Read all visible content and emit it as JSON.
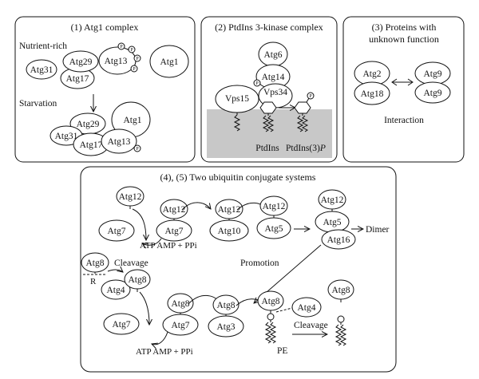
{
  "panels": {
    "p1": {
      "title": "(1) Atg1 complex",
      "nutrient_label": "Nutrient-rich",
      "starvation_label": "Starvation",
      "nodes": {
        "atg31_a": "Atg31",
        "atg29_a": "Atg29",
        "atg17_a": "Atg17",
        "atg13_a": "Atg13",
        "atg1_a": "Atg1",
        "atg1_b": "Atg1",
        "atg29_b": "Atg29",
        "atg31_b": "Atg31",
        "atg17_b": "Atg17",
        "atg13_b": "Atg13"
      },
      "phospho": "P"
    },
    "p2": {
      "title": "(2) PtdIns 3-kinase complex",
      "nodes": {
        "atg6": "Atg6",
        "atg14": "Atg14",
        "vps15": "Vps15",
        "vps34": "Vps34"
      },
      "ptdins": "PtdIns",
      "ptdins3p": "PtdIns(3)",
      "ptdins3p_p": "P",
      "phospho": "P"
    },
    "p3": {
      "title_line1": "(3) Proteins with",
      "title_line2": "unknown function",
      "nodes": {
        "atg2": "Atg2",
        "atg18": "Atg18",
        "atg9_a": "Atg9",
        "atg9_b": "Atg9"
      },
      "interaction": "Interaction"
    },
    "p4": {
      "title": "(4), (5) Two ubiquitin conjugate systems",
      "nodes": {
        "atg12_free": "Atg12",
        "atg7_1": "Atg7",
        "atg12_on7": "Atg12",
        "atg7_2": "Atg7",
        "atg12_on10": "Atg12",
        "atg10": "Atg10",
        "atg12_on5": "Atg12",
        "atg5": "Atg5",
        "atg12_dimer": "Atg12",
        "atg5_dimer": "Atg5",
        "atg16": "Atg16",
        "atg8_top": "Atg8",
        "atg4_a": "Atg4",
        "atg8_free": "Atg8",
        "atg7_3": "Atg7",
        "atg8_on7": "Atg8",
        "atg7_4": "Atg7",
        "atg8_on3": "Atg8",
        "atg3": "Atg3",
        "atg8_pe": "Atg8",
        "atg4_b": "Atg4",
        "atg8_released": "Atg8"
      },
      "atp_1": "ATP AMP + PPi",
      "atp_2": "ATP AMP + PPi",
      "dimer": "Dimer",
      "cleavage_1": "Cleavage",
      "cleavage_2": "Cleavage",
      "r_label": "R",
      "promotion": "Promotion",
      "pe": "PE"
    }
  }
}
